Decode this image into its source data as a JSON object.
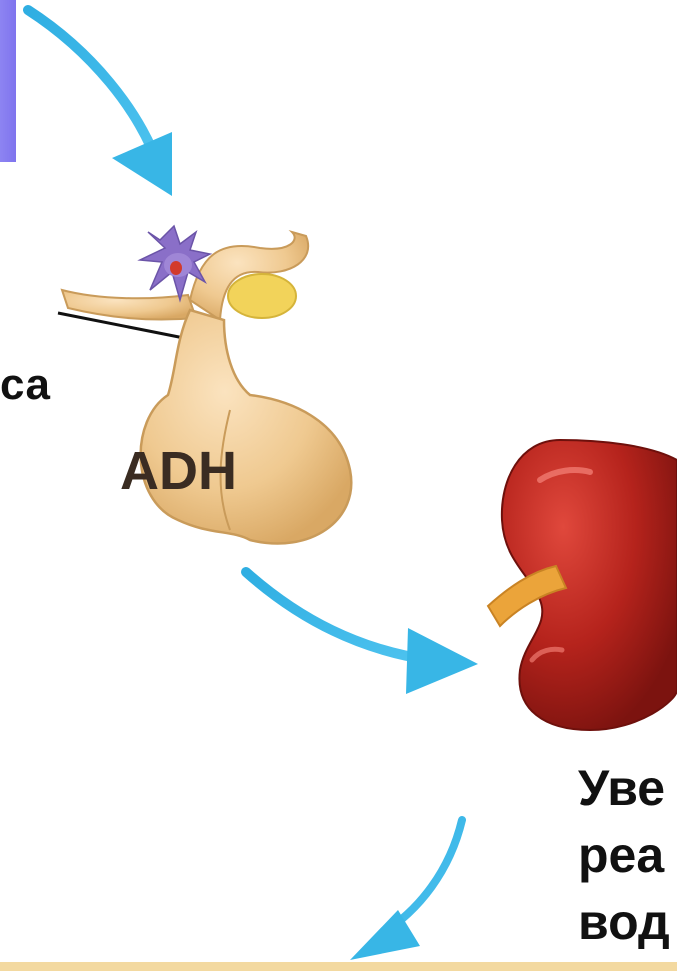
{
  "labels": {
    "partial_left": "ca",
    "hormone": "ADH",
    "kidney_text_lines": [
      "Уве",
      "реа",
      "вод"
    ]
  },
  "colors": {
    "arrow": "#38b6e6",
    "gland": "#eec896",
    "gland_outline": "#c99b5a",
    "kidney": "#b5231c",
    "ureter": "#eba43a",
    "neuron": "#8a6fc8",
    "box": "#8178ef"
  }
}
